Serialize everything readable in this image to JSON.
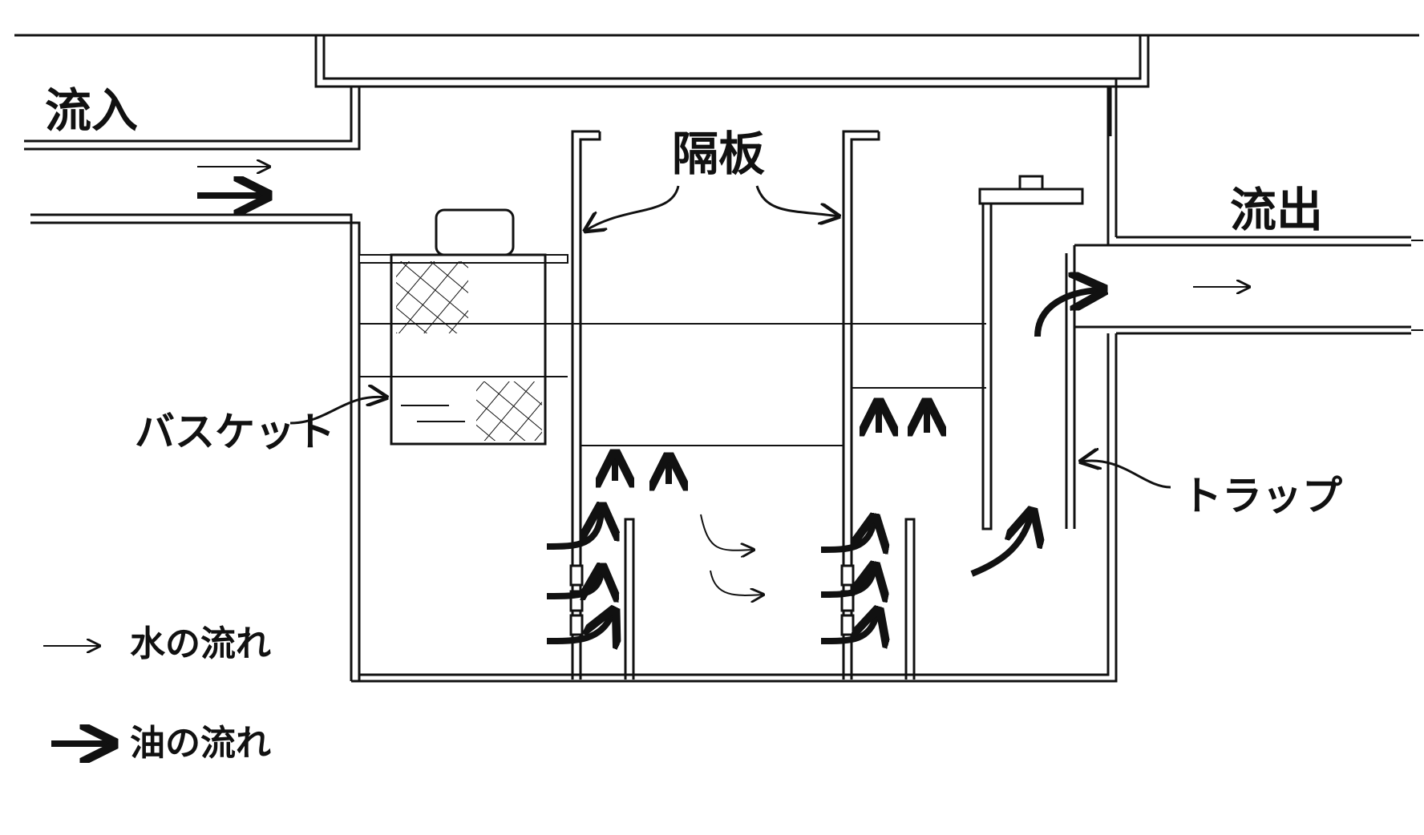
{
  "labels": {
    "inflow": "流入",
    "outflow": "流出",
    "partition": "隔板",
    "basket": "バスケット",
    "trap": "トラップ",
    "legend_water": "水の流れ",
    "legend_oil": "油の流れ"
  },
  "colors": {
    "ink": "#111111",
    "paper": "#ffffff"
  },
  "icons": {
    "water_flow": "thin-arrow-icon",
    "oil_flow": "bold-arrow-icon",
    "mesh": "crosshatch-mesh"
  }
}
